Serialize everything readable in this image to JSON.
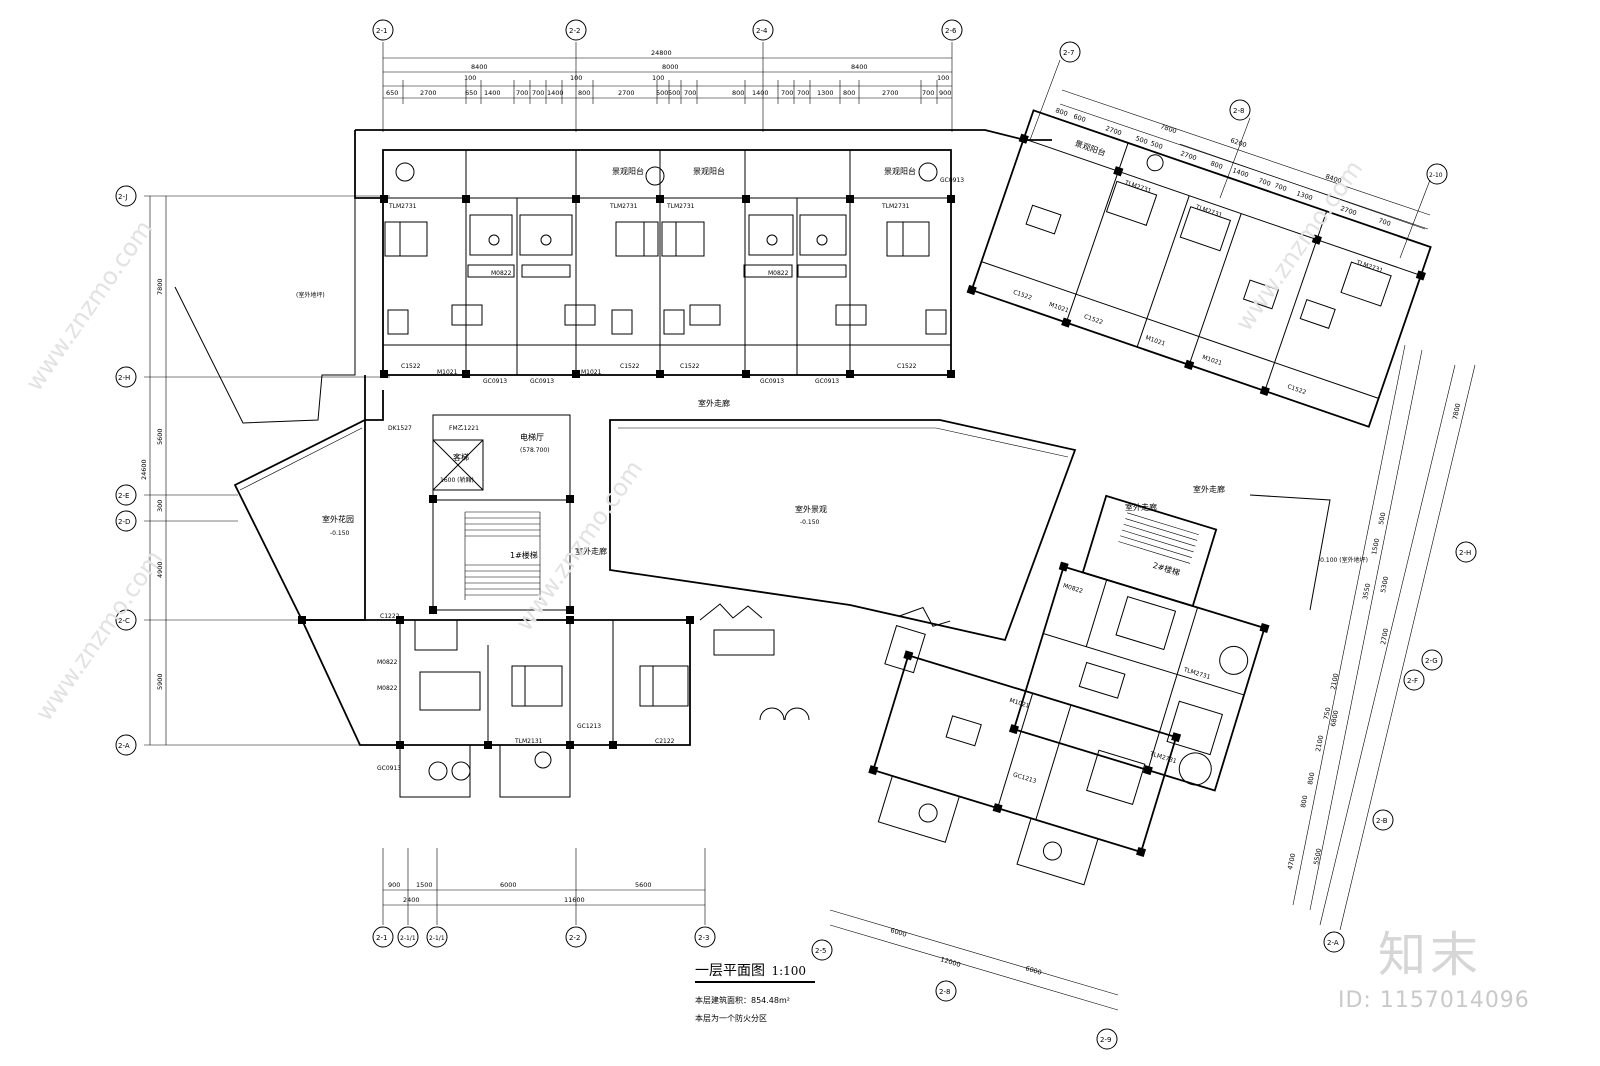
{
  "drawing_title": "一层平面图",
  "scale": "1:100",
  "notes": [
    "本层建筑面积：854.48m²",
    "本层为一个防火分区"
  ],
  "watermark": {
    "logo": "知末",
    "id": "ID: 1157014096",
    "site": "www.znzmo.com"
  },
  "axes_top": [
    "2-1",
    "2-2",
    "2-4",
    "2-6"
  ],
  "axes_left": [
    "2-J",
    "2-H",
    "2-E",
    "2-D",
    "2-C",
    "2-A"
  ],
  "axes_bottom": [
    "2-1",
    "2-1/1",
    "2-1/1",
    "2-2",
    "2-3"
  ],
  "axes_right_wing": [
    "2-7",
    "2-8",
    "2-10",
    "2-H",
    "2-G",
    "2-F",
    "2-B",
    "2-A",
    "2-5",
    "2-8",
    "2-9"
  ],
  "dims_top_total": "24800",
  "dims_top_bays": [
    "8400",
    "8000",
    "8400"
  ],
  "dims_top_detail": [
    "650",
    "2700",
    "650",
    "1400",
    "700",
    "700",
    "1400",
    "800",
    "2700",
    "500",
    "500",
    "700",
    "800",
    "1400",
    "700",
    "700",
    "1300",
    "800",
    "2700",
    "700",
    "900"
  ],
  "dims_top_small": [
    "100",
    "100",
    "100",
    "100"
  ],
  "dims_left_total": "24600",
  "dims_left_bays": [
    "7800",
    "5600",
    "300",
    "4900",
    "5900"
  ],
  "dims_bottom_detail": [
    "900",
    "1500",
    "6000",
    "5600"
  ],
  "dims_bottom_total": [
    "2400",
    "11600"
  ],
  "dims_wing_top_total": "7800",
  "dims_wing_top_detail": [
    "800",
    "600",
    "2700",
    "500",
    "500",
    "2700"
  ],
  "dims_wing_mid": [
    "6200",
    "8400",
    "800",
    "1400",
    "700",
    "700",
    "1300",
    "2700",
    "700"
  ],
  "dims_wing_right": [
    "7800",
    "500",
    "1500",
    "3550",
    "5300",
    "2700",
    "2100",
    "750",
    "2100",
    "800",
    "800",
    "5500",
    "4700",
    "6800"
  ],
  "dims_wing_bottom": [
    "6000",
    "6000",
    "12000"
  ],
  "room_labels": {
    "balcony": "景观阳台",
    "outdoor_platform": "(室外地坪)",
    "elevator_hall": "电梯厅",
    "elevator_hall_elev": "(578.700)",
    "outdoor_corridor": "室外走廊",
    "outdoor_garden": "室外花园",
    "garden_elev": "-0.150",
    "stair1": "1#楼梯",
    "stair2": "2#楼梯",
    "outdoor_landscape": "室外景观",
    "landscape_elev": "-0.150",
    "wing_platform": "-0.100 (室外地坪)",
    "lift": "客梯",
    "lift_detail": "1600 (轿厢)",
    "fire_door": "FM乙1221"
  },
  "door_window_tags": [
    "TLM2731",
    "M0822",
    "M1021",
    "C1522",
    "GC0913",
    "GC0913",
    "DK1527",
    "FM乙1221",
    "C1222",
    "M0822",
    "M0822",
    "C2122",
    "GC1213",
    "TLM2131",
    "M1021",
    "C1522",
    "TLM2731",
    "GC1213"
  ]
}
